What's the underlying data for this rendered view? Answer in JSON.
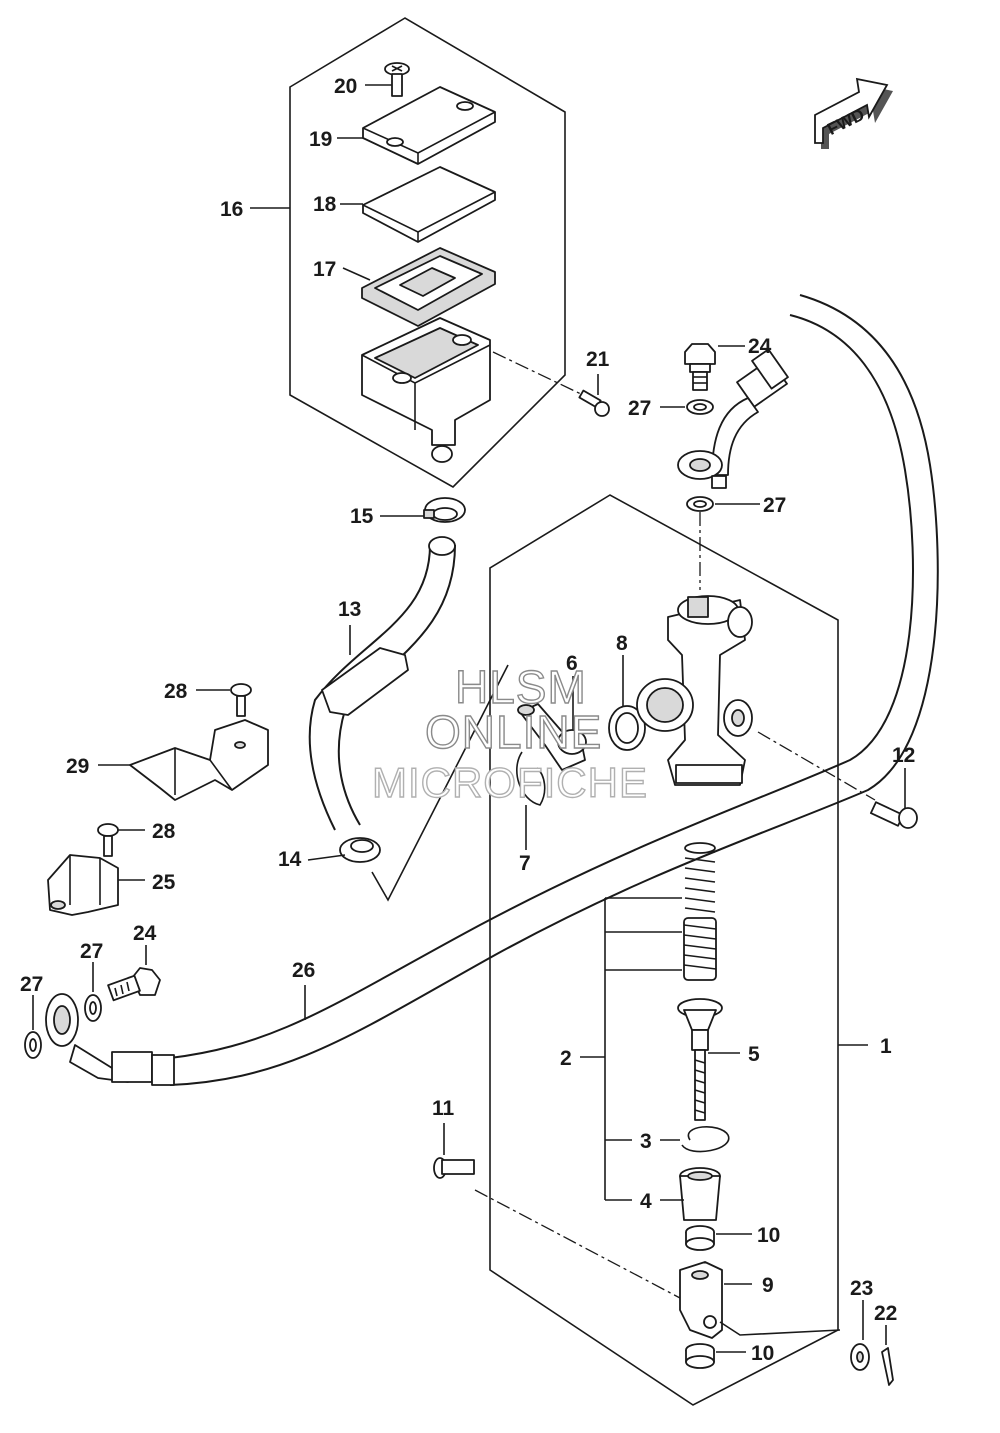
{
  "watermark": {
    "line1": "HLSM",
    "line2": "ONLINE",
    "line3": "MICROFICHE"
  },
  "direction_tag": "FWD",
  "callouts": {
    "c1": "1",
    "c2": "2",
    "c3": "3",
    "c4": "4",
    "c5": "5",
    "c6": "6",
    "c7": "7",
    "c8": "8",
    "c9": "9",
    "c10a": "10",
    "c10b": "10",
    "c11": "11",
    "c12": "12",
    "c13": "13",
    "c14": "14",
    "c15": "15",
    "c16": "16",
    "c17": "17",
    "c18": "18",
    "c19": "19",
    "c20": "20",
    "c21": "21",
    "c22": "22",
    "c23": "23",
    "c24a": "24",
    "c24b": "24",
    "c25": "25",
    "c26": "26",
    "c27a": "27",
    "c27b": "27",
    "c27c": "27",
    "c27d": "27",
    "c28a": "28",
    "c28b": "28",
    "c29": "29"
  }
}
